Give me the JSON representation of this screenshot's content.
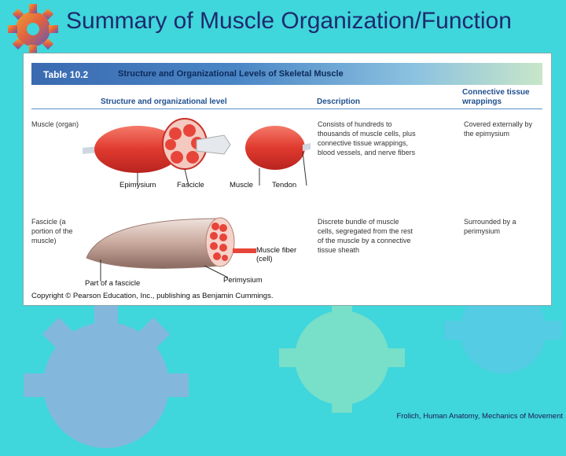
{
  "title": "Summary of Muscle Organization/Function",
  "table": {
    "number": "Table 10.2",
    "caption": "Structure and Organizational Levels of Skeletal Muscle",
    "columns": [
      "Structure and organizational level",
      "Description",
      "Connective tissue wrappings"
    ],
    "rows": [
      {
        "level": "Muscle (organ)",
        "description": "Consists of hundreds to thousands of muscle cells, plus connective tissue wrappings, blood vessels, and nerve fibers",
        "wrapping": "Covered externally by the epimysium",
        "labels": [
          "Epimysium",
          "Fascicle",
          "Muscle",
          "Tendon"
        ]
      },
      {
        "level": "Fascicle (a portion of the muscle)",
        "description": "Discrete bundle of muscle cells, segregated from the rest of the muscle by a connective tissue sheath",
        "wrapping": "Surrounded by a perimysium",
        "labels": [
          "Part of a fascicle",
          "Muscle fiber (cell)",
          "Perimysium"
        ]
      }
    ],
    "copyright": "Copyright © Pearson Education, Inc., publishing as Benjamin Cummings."
  },
  "footer": "Frolich, Human Anatomy, Mechanics of Movement",
  "colors": {
    "background": "#3fd6dc",
    "title": "#1e2a6e",
    "muscle": "#e8453a",
    "header_bar": "#3a6ab0"
  }
}
